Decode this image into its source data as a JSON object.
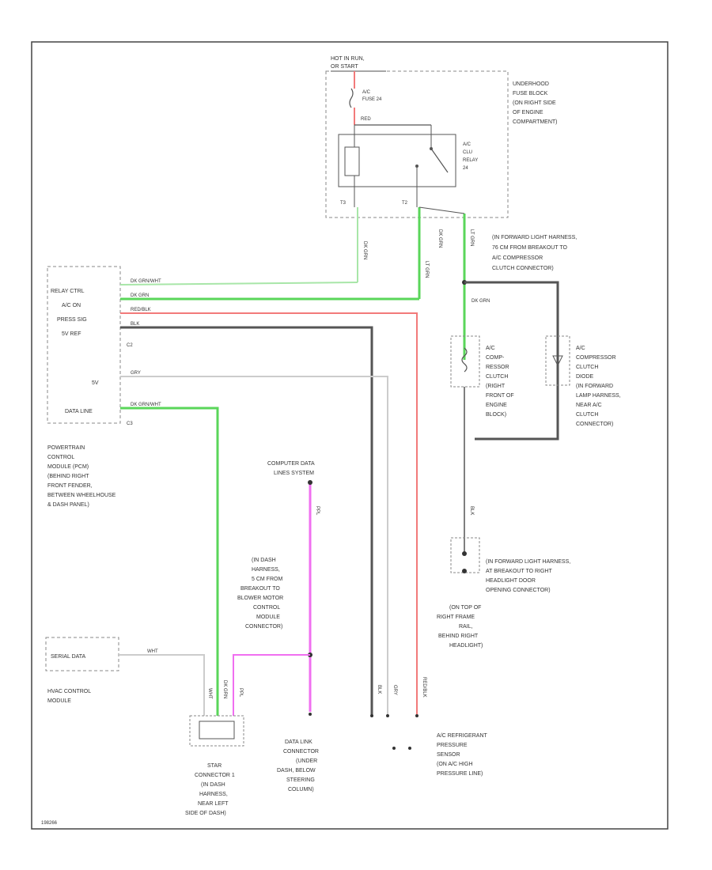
{
  "colors": {
    "green": "#5ad65a",
    "light_green": "#a8e6a8",
    "red": "#f27a7a",
    "magenta": "#f06ff0",
    "dark_gray": "#555555",
    "light_gray": "#cccccc",
    "frame": "#444444",
    "dashed_box": "#888888"
  },
  "fuse_block": {
    "header": [
      "HOT IN RUN,",
      "OR START"
    ],
    "label": [
      "UNDERHOOD",
      "FUSE BLOCK",
      "(ON RIGHT SIDE",
      "OF ENGINE",
      "COMPARTMENT)"
    ],
    "fuse_label": [
      "A/C",
      "FUSE 24"
    ],
    "fuse_wire": "RED",
    "relay_label": [
      "A/C",
      "CLU",
      "RELAY",
      "24"
    ],
    "terminals": [
      "T3",
      "T2"
    ]
  },
  "vertical_wire_labels": [
    "DK GRN",
    "LT GRN",
    "DK GRN",
    "LT GRN"
  ],
  "splice_label": [
    "(IN FORWARD LIGHT HARNESS,",
    "76 CM FROM BREAKOUT TO",
    "A/C COMPRESSOR",
    "CLUTCH CONNECTOR)"
  ],
  "splice_wire_label": "DK GRN",
  "pcm": {
    "pins": [
      "RELAY CTRL",
      "A/C ON",
      "PRESS SIG",
      "5V REF",
      "",
      "5V",
      "",
      "DATA LINE"
    ],
    "connector_codes": [
      "C2",
      "C3"
    ],
    "wires": [
      "DK GRN/WHT",
      "DK GRN",
      "RED/BLK",
      "BLK",
      "GRY",
      "DK GRN/WHT"
    ],
    "label": [
      "POWERTRAIN",
      "CONTROL",
      "MODULE (PCM)",
      "(BEHIND RIGHT",
      "FRONT FENDER,",
      "BETWEEN WHEELHOUSE",
      "& DASH PANEL)"
    ]
  },
  "compressor_clutch": {
    "label": [
      "A/C",
      "COMP-",
      "RESSOR",
      "CLUTCH",
      "(RIGHT",
      "FRONT OF",
      "ENGINE",
      "BLOCK)"
    ]
  },
  "clutch_diode": {
    "label": [
      "A/C",
      "COMPRESSOR",
      "CLUTCH",
      "DIODE",
      "(IN FORWARD",
      "LAMP HARNESS,",
      "NEAR A/C",
      "CLUTCH",
      "CONNECTOR)"
    ]
  },
  "ground_connector": {
    "wire": "BLK",
    "label": [
      "(IN FORWARD LIGHT HARNESS,",
      "AT BREAKOUT TO RIGHT",
      "HEADLIGHT DOOR",
      "OPENING CONNECTOR)"
    ],
    "ground_label": [
      "(ON TOP OF",
      "RIGHT FRAME",
      "RAIL,",
      "BEHIND RIGHT",
      "HEADLIGHT)"
    ]
  },
  "data_line_system": {
    "label": [
      "COMPUTER DATA",
      "LINES SYSTEM"
    ],
    "wire": "PPL"
  },
  "dash_harness": {
    "label": [
      "(IN DASH",
      "HARNESS,",
      "5 CM FROM",
      "BREAKOUT TO",
      "BLOWER MOTOR",
      "CONTROL",
      "MODULE",
      "CONNECTOR)"
    ]
  },
  "serial_data": {
    "label": "SERIAL DATA",
    "wire": "WHT",
    "module": [
      "HVAC CONTROL",
      "MODULE"
    ]
  },
  "star_connector": {
    "label": [
      "STAR",
      "CONNECTOR 1",
      "(IN DASH",
      "HARNESS,",
      "NEAR LEFT",
      "SIDE OF DASH)"
    ],
    "wires": [
      "WHT",
      "DK GRN",
      "PPL"
    ]
  },
  "dlc": {
    "label": [
      "DATA LINK",
      "CONNECTOR",
      "(UNDER",
      "DASH, BELOW",
      "STEERING",
      "COLUMN)"
    ]
  },
  "pressure_sensor": {
    "label": [
      "A/C REFRIGERANT",
      "PRESSURE",
      "SENSOR",
      "(ON A/C HIGH",
      "PRESSURE LINE)"
    ],
    "wires": [
      "BLK",
      "GRY",
      "RED/BLK"
    ]
  },
  "figure_id": "198266"
}
